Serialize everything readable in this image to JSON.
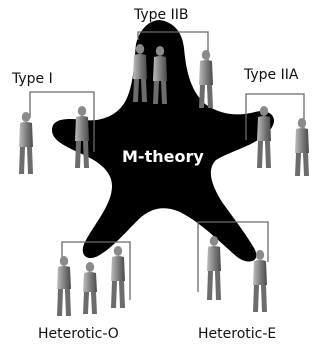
{
  "colors": {
    "star_fill": "#000000",
    "center_text": "#ffffff",
    "label_text": "#111111",
    "frame": "#6a6a6a",
    "figure_dark": "#5e5e5e",
    "figure_light": "#bdbdbd"
  },
  "center_label": "M-theory",
  "theories": [
    {
      "label": "Type IIB"
    },
    {
      "label": "Type I"
    },
    {
      "label": "Type IIA"
    },
    {
      "label": "Heterotic-O"
    },
    {
      "label": "Heterotic-E"
    }
  ]
}
